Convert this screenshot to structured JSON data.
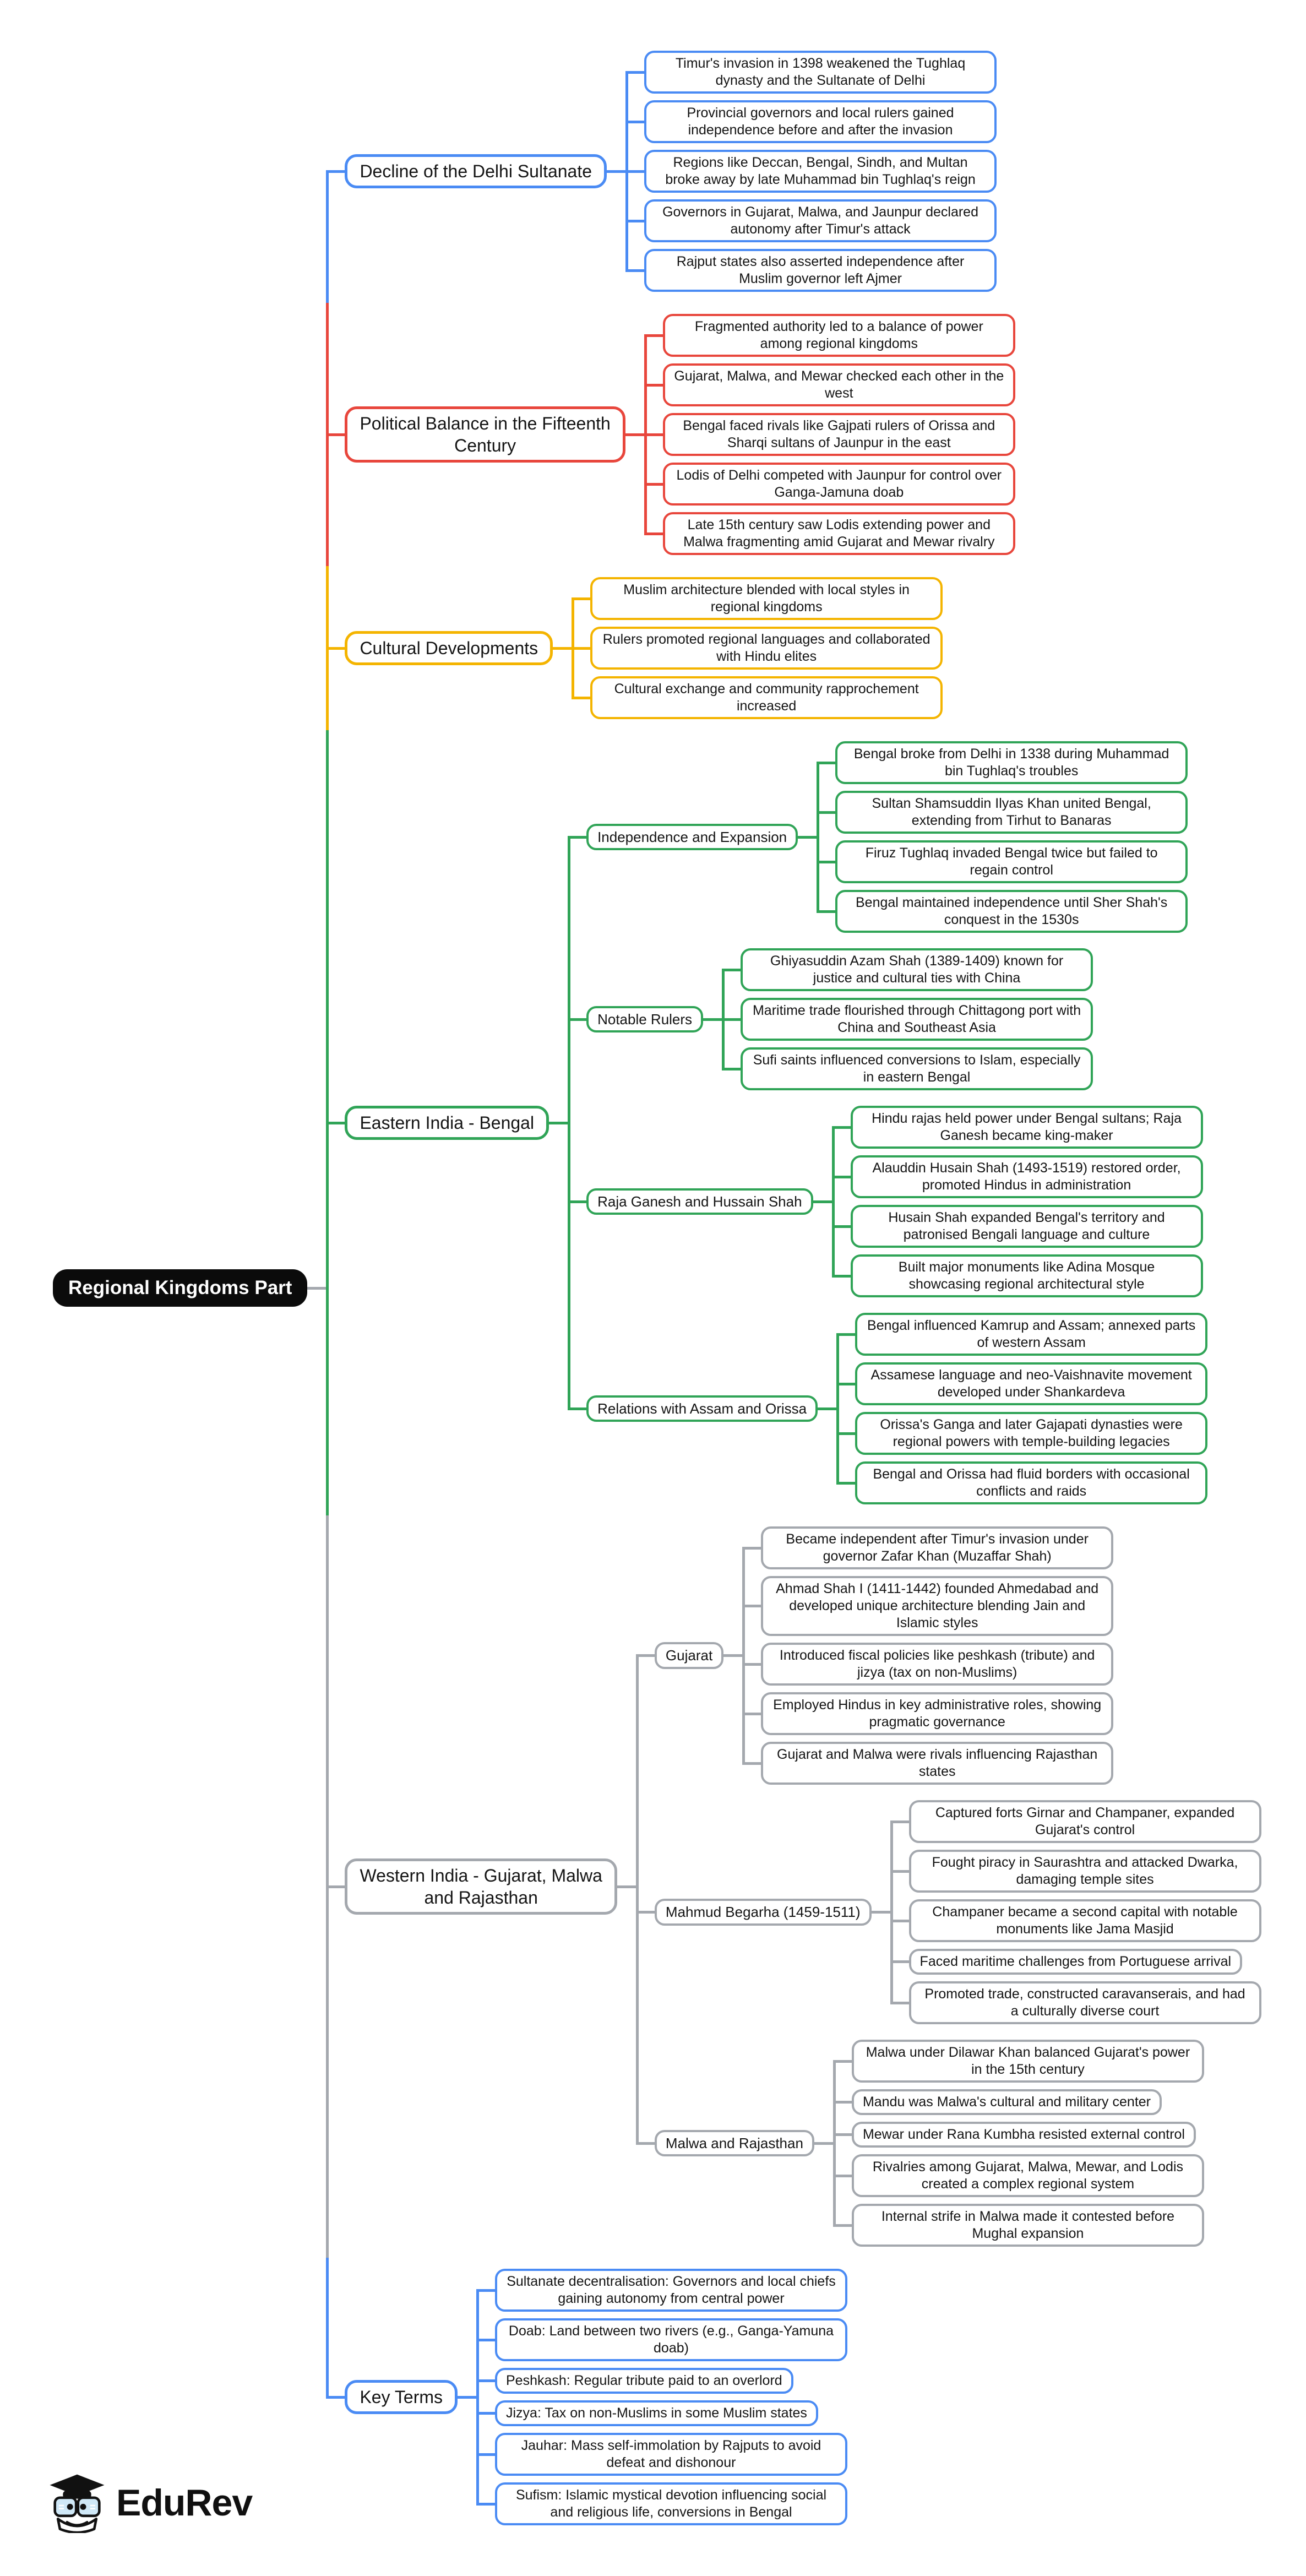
{
  "root": {
    "label": "Regional Kingdoms Part"
  },
  "colors": {
    "blue": "#4a8bf4",
    "red": "#e8463c",
    "yellow": "#f4b400",
    "green": "#30a457",
    "gray": "#a4a8ae",
    "root_bg": "#0b0b0b"
  },
  "footer": {
    "brand": "EduRev",
    "logo_icon": "graduation-cap-mascot"
  },
  "branches": [
    {
      "label": "Decline of the Delhi Sultanate",
      "color": "#4a8bf4",
      "children": [
        {
          "text": "Timur's invasion in 1398 weakened the Tughlaq dynasty and the Sultanate of Delhi"
        },
        {
          "text": "Provincial governors and local rulers gained independence before and after the invasion"
        },
        {
          "text": "Regions like Deccan, Bengal, Sindh, and Multan broke away by late Muhammad bin Tughlaq's reign"
        },
        {
          "text": "Governors in Gujarat, Malwa, and Jaunpur declared autonomy after Timur's attack"
        },
        {
          "text": "Rajput states also asserted independence after Muslim governor left Ajmer"
        }
      ]
    },
    {
      "label": "Political Balance in the Fifteenth\nCentury",
      "color": "#e8463c",
      "children": [
        {
          "text": "Fragmented authority led to a balance of power among regional kingdoms"
        },
        {
          "text": "Gujarat, Malwa, and Mewar checked each other in the west"
        },
        {
          "text": "Bengal faced rivals like Gajpati rulers of Orissa and Sharqi sultans of Jaunpur in the east"
        },
        {
          "text": "Lodis of Delhi competed with Jaunpur for control over Ganga-Jamuna doab"
        },
        {
          "text": "Late 15th century saw Lodis extending power and Malwa fragmenting amid Gujarat and Mewar rivalry"
        }
      ]
    },
    {
      "label": "Cultural Developments",
      "color": "#f4b400",
      "children": [
        {
          "text": "Muslim architecture blended with local styles in regional kingdoms"
        },
        {
          "text": "Rulers promoted regional languages and collaborated with Hindu elites"
        },
        {
          "text": "Cultural exchange and community rapprochement increased"
        }
      ]
    },
    {
      "label": "Eastern India - Bengal",
      "color": "#30a457",
      "children": [
        {
          "label": "Independence and Expansion",
          "children": [
            {
              "text": "Bengal broke from Delhi in 1338 during Muhammad bin Tughlaq's troubles"
            },
            {
              "text": "Sultan Shamsuddin Ilyas Khan united Bengal, extending from Tirhut to Banaras"
            },
            {
              "text": "Firuz Tughlaq invaded Bengal twice but failed to regain control"
            },
            {
              "text": "Bengal maintained independence until Sher Shah's conquest in the 1530s"
            }
          ]
        },
        {
          "label": "Notable Rulers",
          "children": [
            {
              "text": "Ghiyasuddin Azam Shah (1389-1409) known for justice and cultural ties with China"
            },
            {
              "text": "Maritime trade flourished through Chittagong port with China and Southeast Asia"
            },
            {
              "text": "Sufi saints influenced conversions to Islam, especially in eastern Bengal"
            }
          ]
        },
        {
          "label": "Raja Ganesh and Hussain Shah",
          "children": [
            {
              "text": "Hindu rajas held power under Bengal sultans; Raja Ganesh became king-maker"
            },
            {
              "text": "Alauddin Husain Shah (1493-1519) restored order, promoted Hindus in administration"
            },
            {
              "text": "Husain Shah expanded Bengal's territory and patronised Bengali language and culture"
            },
            {
              "text": "Built major monuments like Adina Mosque showcasing regional architectural style"
            }
          ]
        },
        {
          "label": "Relations with Assam and Orissa",
          "children": [
            {
              "text": "Bengal influenced Kamrup and Assam; annexed parts of western Assam"
            },
            {
              "text": "Assamese language and neo-Vaishnavite movement developed under Shankardeva"
            },
            {
              "text": "Orissa's Ganga and later Gajapati dynasties were regional powers with temple-building legacies"
            },
            {
              "text": "Bengal and Orissa had fluid borders with occasional conflicts and raids"
            }
          ]
        }
      ]
    },
    {
      "label": "Western India - Gujarat, Malwa\nand Rajasthan",
      "color": "#a4a8ae",
      "children": [
        {
          "label": "Gujarat",
          "children": [
            {
              "text": "Became independent after Timur's invasion under governor Zafar Khan (Muzaffar Shah)"
            },
            {
              "text": "Ahmad Shah I (1411-1442) founded Ahmedabad and developed unique architecture blending Jain and Islamic styles"
            },
            {
              "text": "Introduced fiscal policies like peshkash (tribute) and jizya (tax on non-Muslims)"
            },
            {
              "text": "Employed Hindus in key administrative roles, showing pragmatic governance"
            },
            {
              "text": "Gujarat and Malwa were rivals influencing Rajasthan states"
            }
          ]
        },
        {
          "label": "Mahmud Begarha (1459-1511)",
          "children": [
            {
              "text": "Captured forts Girnar and Champaner, expanded Gujarat's control"
            },
            {
              "text": "Fought piracy in Saurashtra and attacked Dwarka, damaging temple sites"
            },
            {
              "text": "Champaner became a second capital with notable monuments like Jama Masjid"
            },
            {
              "text": "Faced maritime challenges from Portuguese arrival"
            },
            {
              "text": "Promoted trade, constructed caravanserais, and had a culturally diverse court"
            }
          ]
        },
        {
          "label": "Malwa and Rajasthan",
          "children": [
            {
              "text": "Malwa under Dilawar Khan balanced Gujarat's power in the 15th century"
            },
            {
              "text": "Mandu was Malwa's cultural and military center"
            },
            {
              "text": "Mewar under Rana Kumbha resisted external control"
            },
            {
              "text": "Rivalries among Gujarat, Malwa, Mewar, and Lodis created a complex regional system"
            },
            {
              "text": "Internal strife in Malwa made it contested before Mughal expansion"
            }
          ]
        }
      ]
    },
    {
      "label": "Key Terms",
      "color": "#4a8bf4",
      "children": [
        {
          "text": "Sultanate decentralisation: Governors and local chiefs gaining autonomy from central power"
        },
        {
          "text": "Doab: Land between two rivers (e.g., Ganga-Yamuna doab)"
        },
        {
          "text": "Peshkash: Regular tribute paid to an overlord"
        },
        {
          "text": "Jizya: Tax on non-Muslims in some Muslim states"
        },
        {
          "text": "Jauhar: Mass self-immolation by Rajputs to avoid defeat and dishonour"
        },
        {
          "text": "Sufism: Islamic mystical devotion influencing social and religious life, conversions in Bengal"
        }
      ]
    }
  ]
}
